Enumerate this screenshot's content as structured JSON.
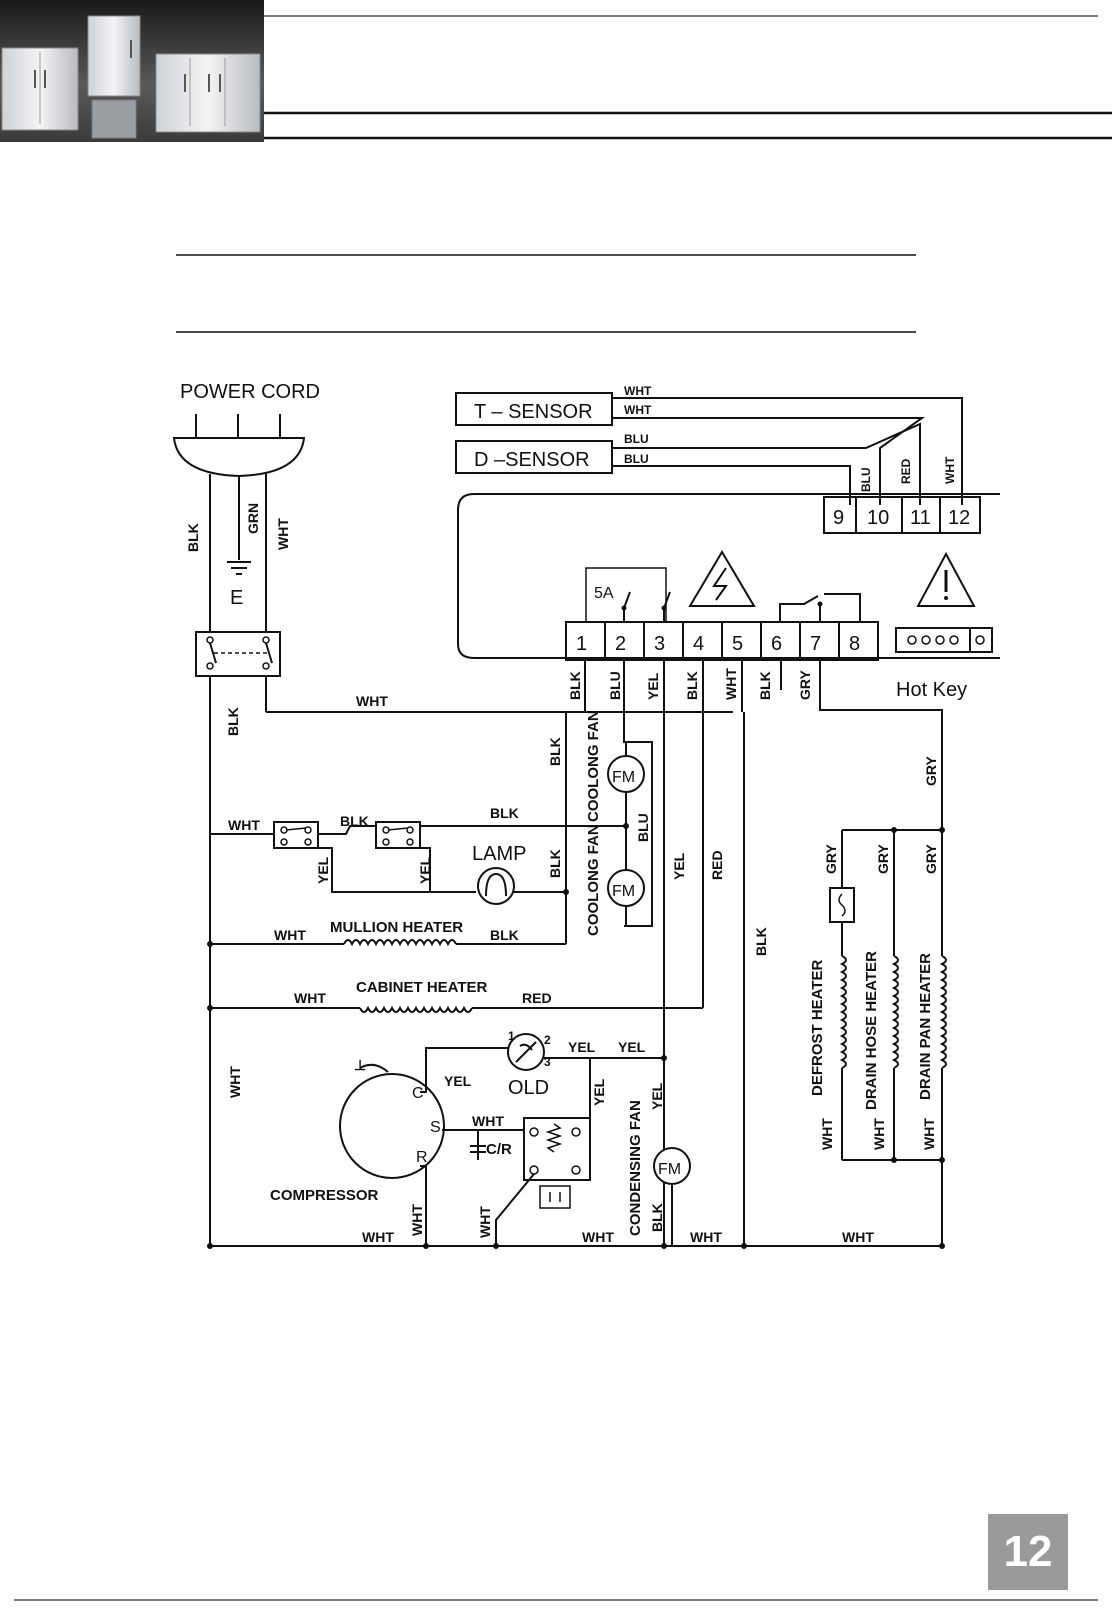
{
  "page": {
    "number": "12",
    "accent_color": "#9a9a9a"
  },
  "header": {
    "image": "refrigerator-units-photo"
  },
  "labels": {
    "power_cord": "POWER CORD",
    "t_sensor": "T  – SENSOR",
    "d_sensor": "D  –SENSOR",
    "hot_key": "Hot Key",
    "fuse": "5A",
    "lamp": "LAMP",
    "mullion_heater": "MULLION  HEATER",
    "cabinet_heater": "CABINET  HEATER",
    "old": "OLD",
    "cr": "C/R",
    "compressor": "COMPRESSOR",
    "cooling_fan": "COOLONG  FAN",
    "condensing_fan": "CONDENSING  FAN",
    "fm": "FM",
    "defrost_heater": "DEFROST  HEATER",
    "drain_hose_heater": "DRAIN  HOSE  HEATER",
    "drain_pan_heater": "DRAIN  PAN  HEATER",
    "earth": "E",
    "comp_c": "C",
    "comp_s": "S",
    "comp_r": "R",
    "old_1": "1",
    "old_2": "2",
    "old_3": "3"
  },
  "terminals": [
    "1",
    "2",
    "3",
    "4",
    "5",
    "6",
    "7",
    "8"
  ],
  "sensor_terminals": [
    "9",
    "10",
    "11",
    "12"
  ],
  "wires": {
    "blk": "BLK",
    "wht": "WHT",
    "grn": "GRN",
    "blu": "BLU",
    "yel": "YEL",
    "red": "RED",
    "gry": "GRY"
  }
}
